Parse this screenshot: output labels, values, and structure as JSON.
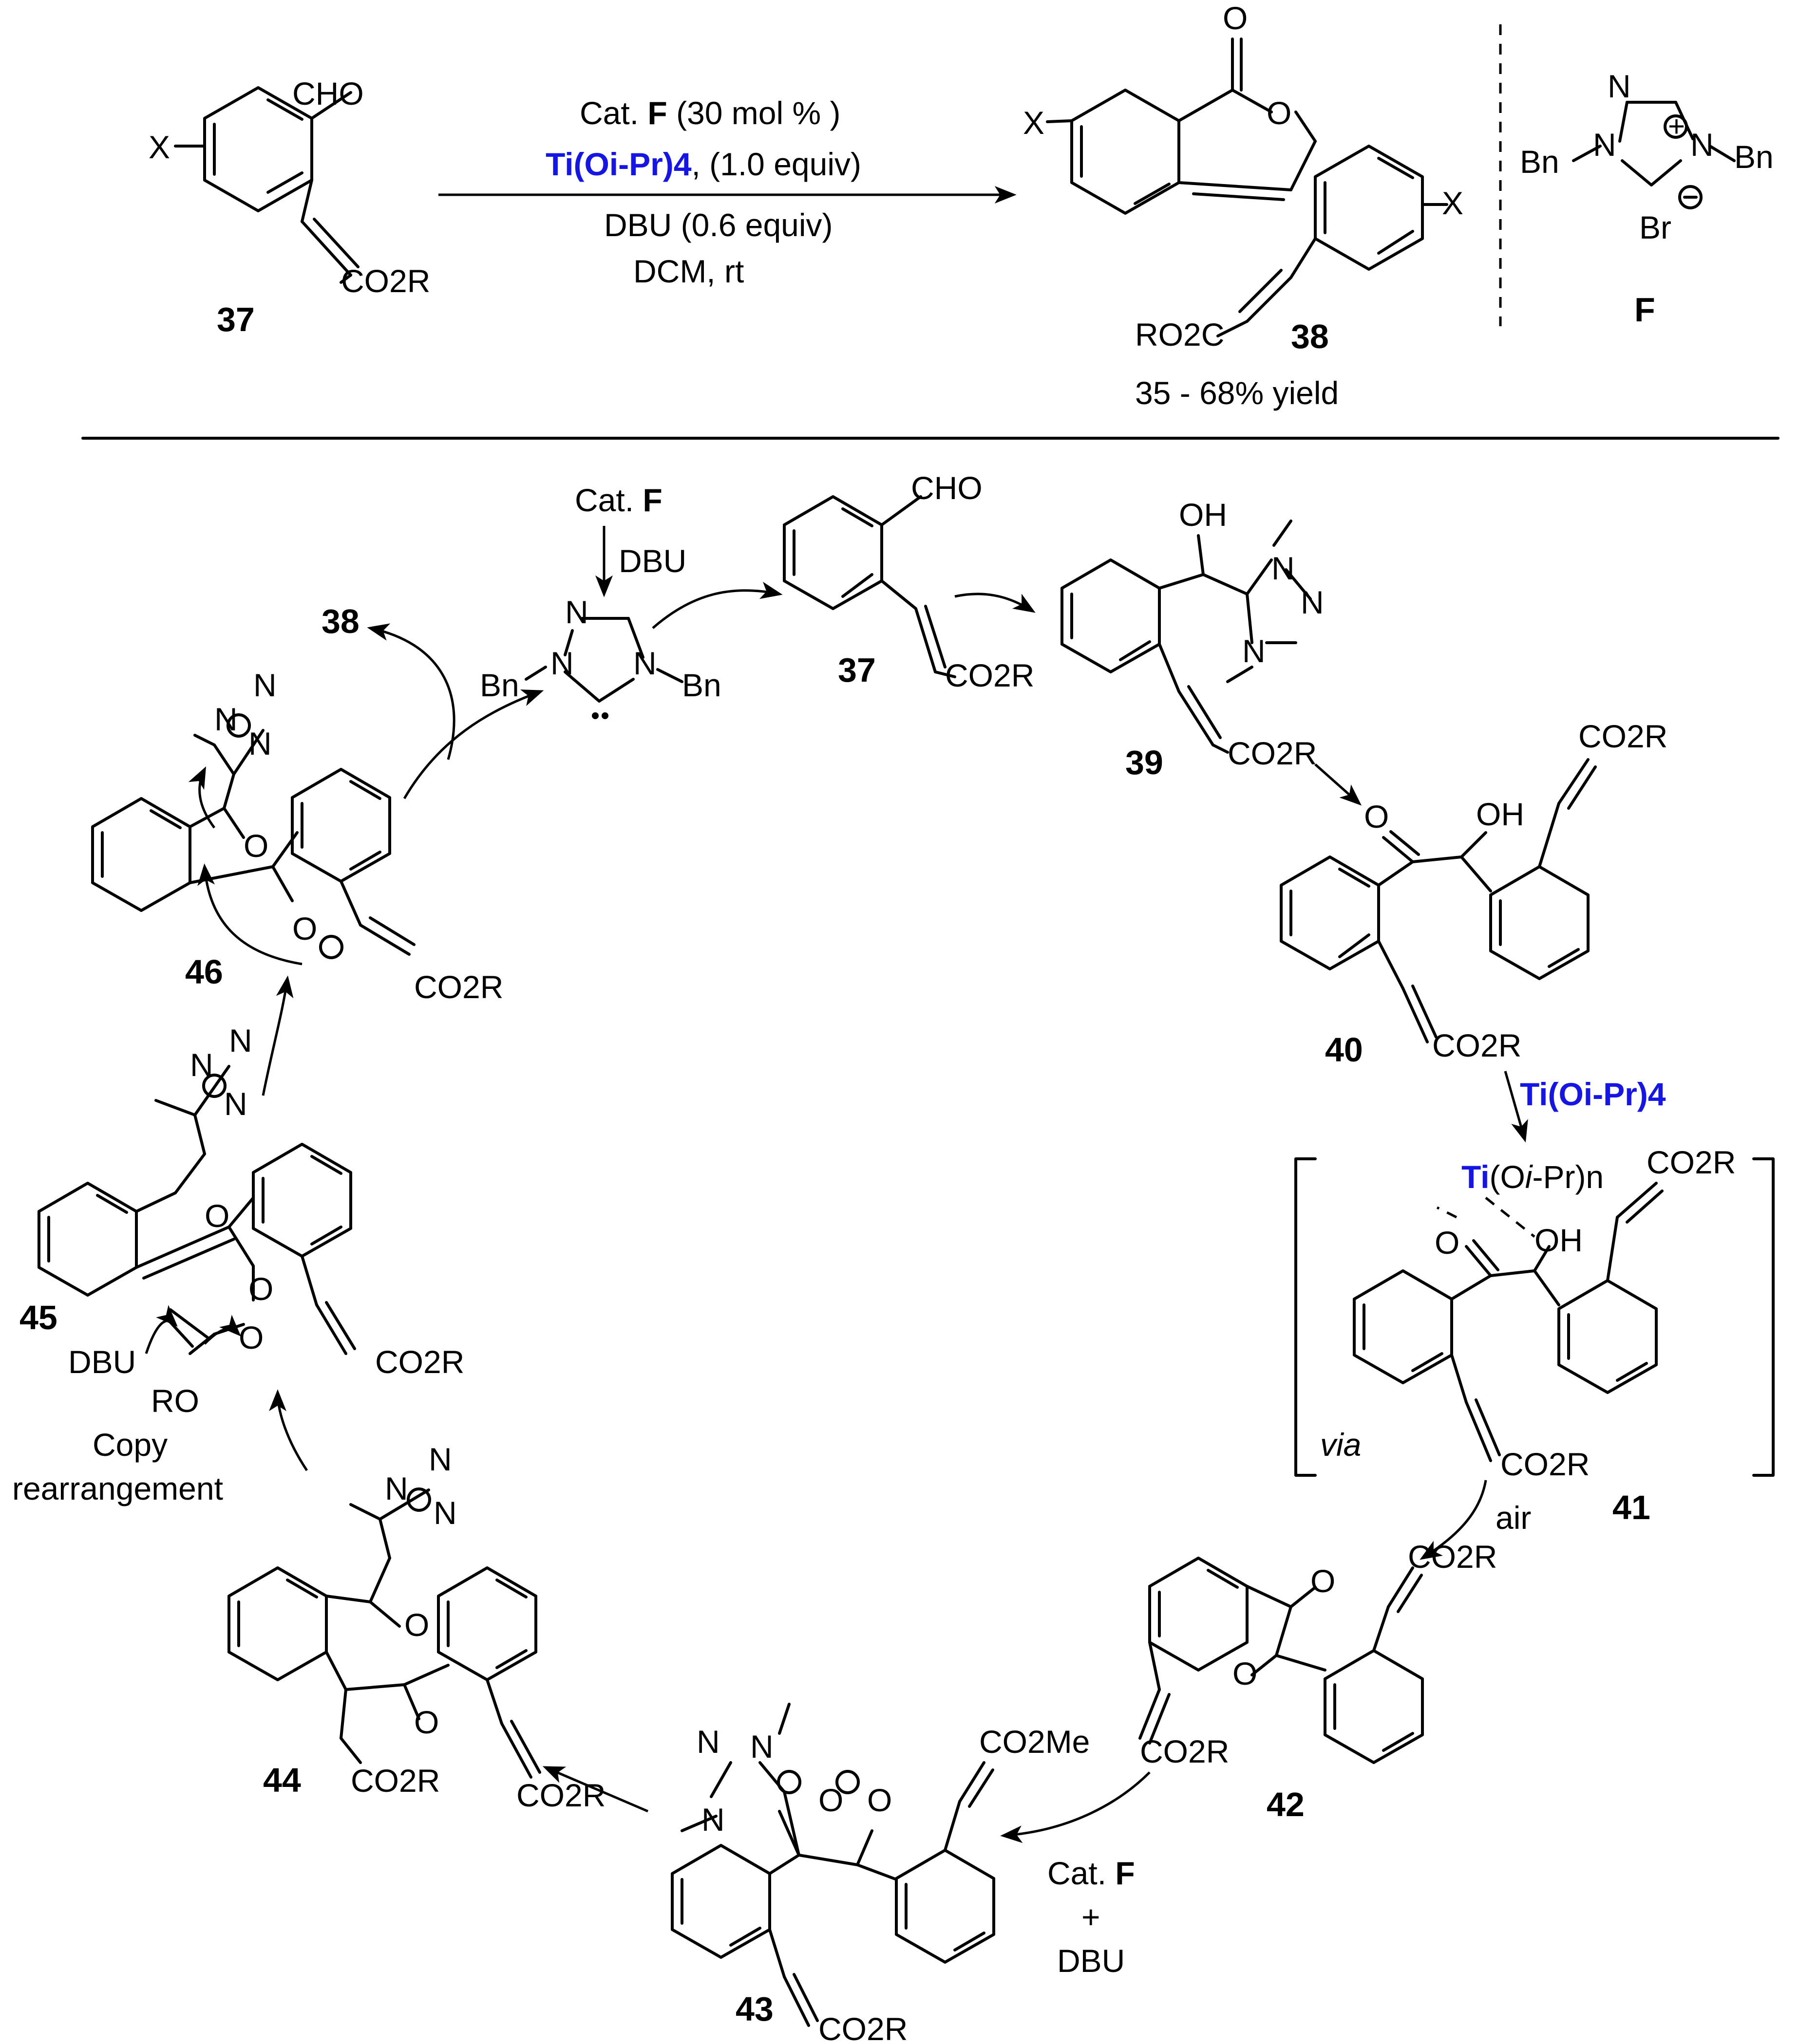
{
  "top_reaction": {
    "reactant_label": "37",
    "reactant_aldehyde": "CHO",
    "reactant_ester": "CO2R",
    "substituent": "X",
    "conditions": {
      "line1_prefix": "Cat.",
      "line1_catalyst": "F",
      "line1_suffix": "(30 mol % )",
      "line2_reagent": "Ti(Oi-Pr)4",
      "line2_suffix": ", (1.0 equiv)",
      "line3": "DBU (0.6 equiv)",
      "line4": "DCM, rt"
    },
    "product_label": "38",
    "product_ester": "RO2C",
    "yield": "35 - 68% yield",
    "catalyst_label": "F",
    "catalyst_groups": [
      "Bn",
      "N",
      "N",
      "N",
      "Bn",
      "Br"
    ]
  },
  "cycle": {
    "cat_entry": {
      "prefix": "Cat.",
      "catalyst": "F",
      "base": "DBU"
    },
    "carbene_groups": [
      "Bn",
      "N",
      "N",
      "N",
      "Bn"
    ],
    "compounds": [
      {
        "id": "37",
        "groups": [
          "CHO",
          "CO2R"
        ]
      },
      {
        "id": "39",
        "groups": [
          "OH",
          "N",
          "N",
          "N",
          "CO2R"
        ]
      },
      {
        "id": "40",
        "groups": [
          "O",
          "OH",
          "CO2R",
          "CO2R"
        ]
      },
      {
        "id": "41",
        "groups": [
          "Ti",
          "(Oi-Pr)n",
          "O",
          "OH",
          "CO2R",
          "CO2R"
        ],
        "note": "via"
      },
      {
        "id": "42",
        "groups": [
          "O",
          "O",
          "CO2R",
          "CO2R"
        ]
      },
      {
        "id": "43",
        "groups": [
          "N",
          "N",
          "N",
          "O",
          "O",
          "CO2Me",
          "CO2R"
        ]
      },
      {
        "id": "44",
        "groups": [
          "N",
          "N",
          "N",
          "O",
          "O",
          "CO2R",
          "CO2R"
        ]
      },
      {
        "id": "45",
        "groups": [
          "N",
          "N",
          "N",
          "O",
          "O",
          "O",
          "RO",
          "CO2R"
        ],
        "base": "DBU"
      },
      {
        "id": "46",
        "groups": [
          "N",
          "N",
          "N",
          "O",
          "O",
          "CO2R"
        ]
      },
      {
        "id": "38",
        "groups": []
      }
    ],
    "step_labels": {
      "ti_reagent": "Ti(Oi-Pr)4",
      "air": "air",
      "cat_dbu_prefix": "Cat.",
      "cat_dbu_catalyst": "F",
      "plus": "+",
      "dbu": "DBU",
      "rearrangement_1": "Copy",
      "rearrangement_2": "rearrangement"
    }
  }
}
